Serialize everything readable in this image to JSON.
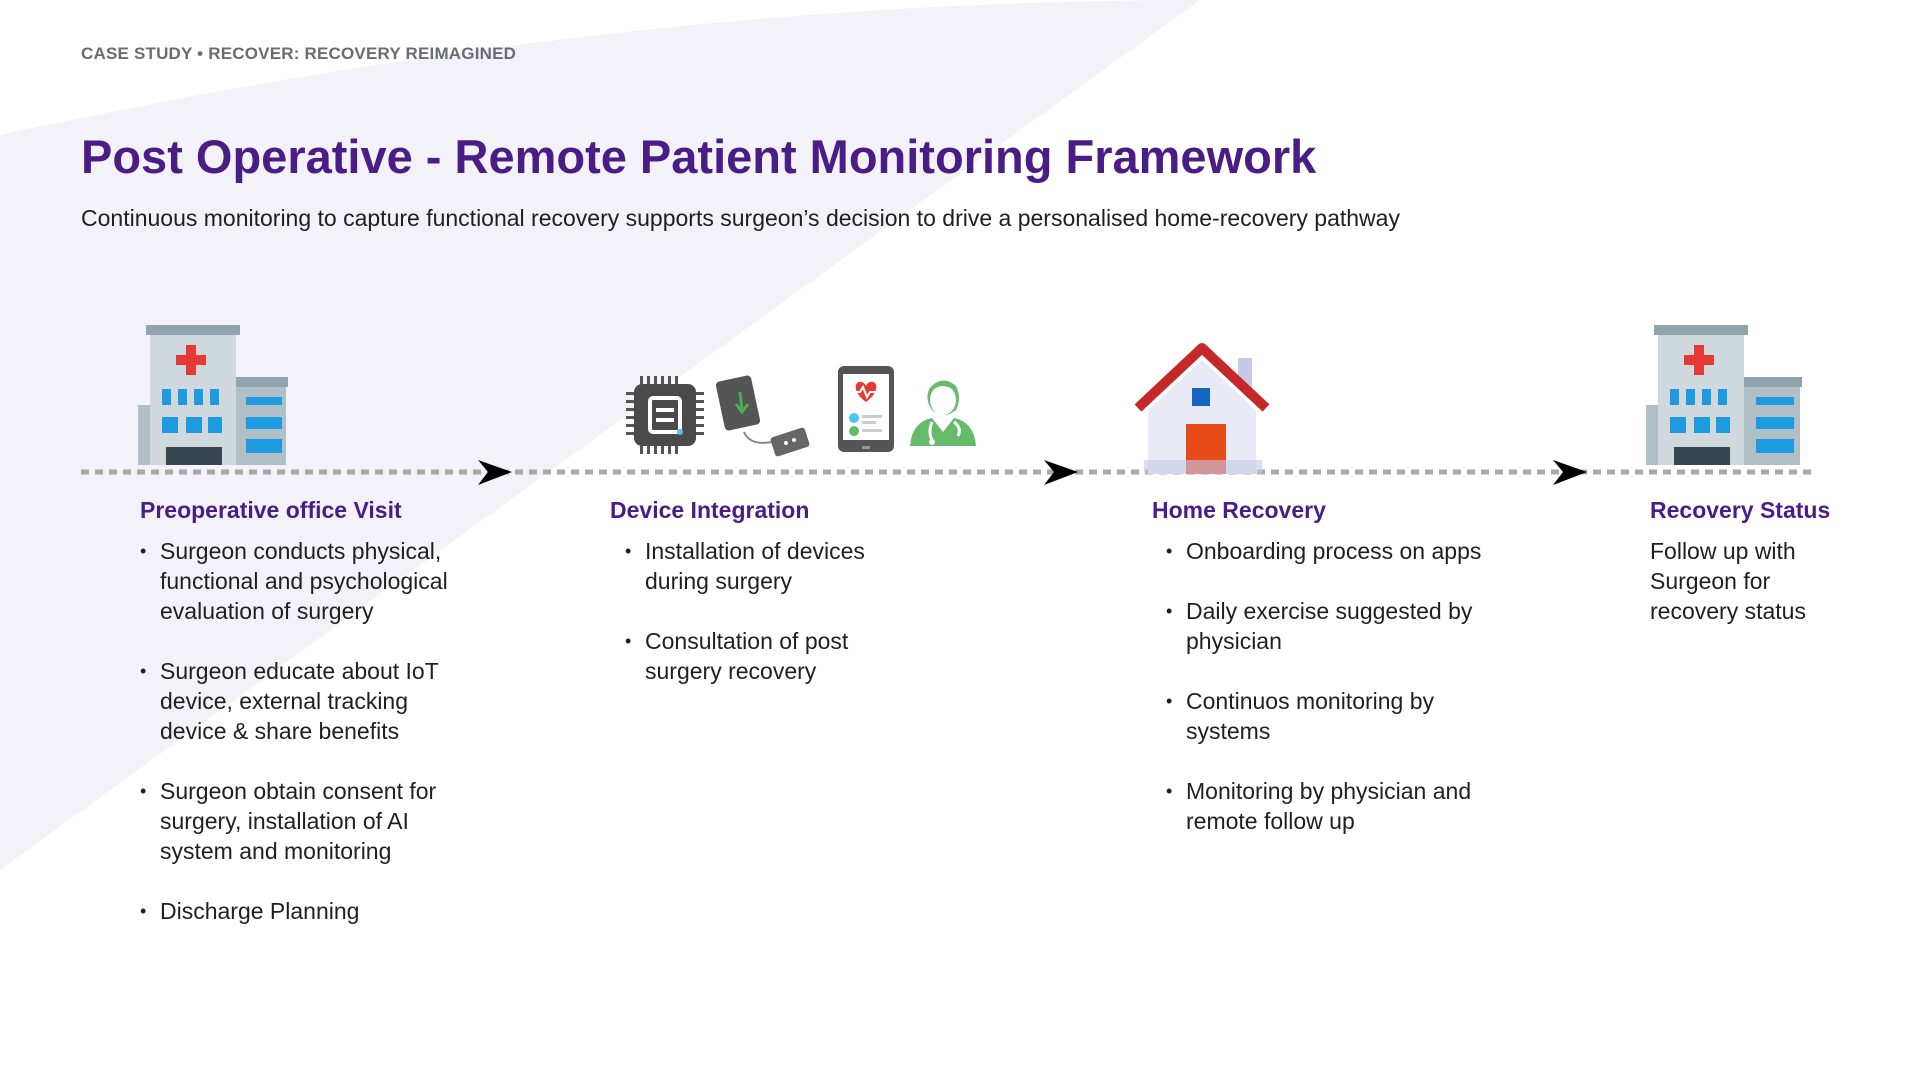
{
  "header": {
    "eyebrow": "CASE STUDY • RECOVER: RECOVERY REIMAGINED",
    "title": "Post Operative - Remote Patient Monitoring Framework",
    "subtitle": "Continuous monitoring to capture functional recovery supports surgeon’s decision to drive a personalised home-recovery pathway"
  },
  "colors": {
    "accent": "#4a1d86",
    "background_shape": "#f2f2f8",
    "timeline_dash": "#a8a8a8",
    "arrow": "#000000"
  },
  "stages": [
    {
      "title": "Preoperative office Visit",
      "icon": "hospital-icon",
      "points": [
        "Surgeon conducts physical, functional and psychological evaluation of surgery",
        "Surgeon educate about IoT device, external tracking device & share benefits",
        "Surgeon obtain consent for surgery, installation of AI system and monitoring",
        "Discharge Planning"
      ]
    },
    {
      "title": "Device Integration",
      "icons": [
        "chip-icon",
        "tracking-device-icon",
        "tablet-heart-icon",
        "doctor-icon"
      ],
      "points": [
        "Installation of devices during surgery",
        "Consultation of post surgery recovery"
      ]
    },
    {
      "title": "Home Recovery",
      "icon": "house-icon",
      "points": [
        "Onboarding process on apps",
        "Daily exercise suggested by physician",
        "Continuos monitoring by systems",
        "Monitoring by physician and remote follow up"
      ]
    },
    {
      "title": "Recovery Status",
      "icon": "hospital-icon",
      "text": "Follow up with Surgeon for recovery status"
    }
  ]
}
